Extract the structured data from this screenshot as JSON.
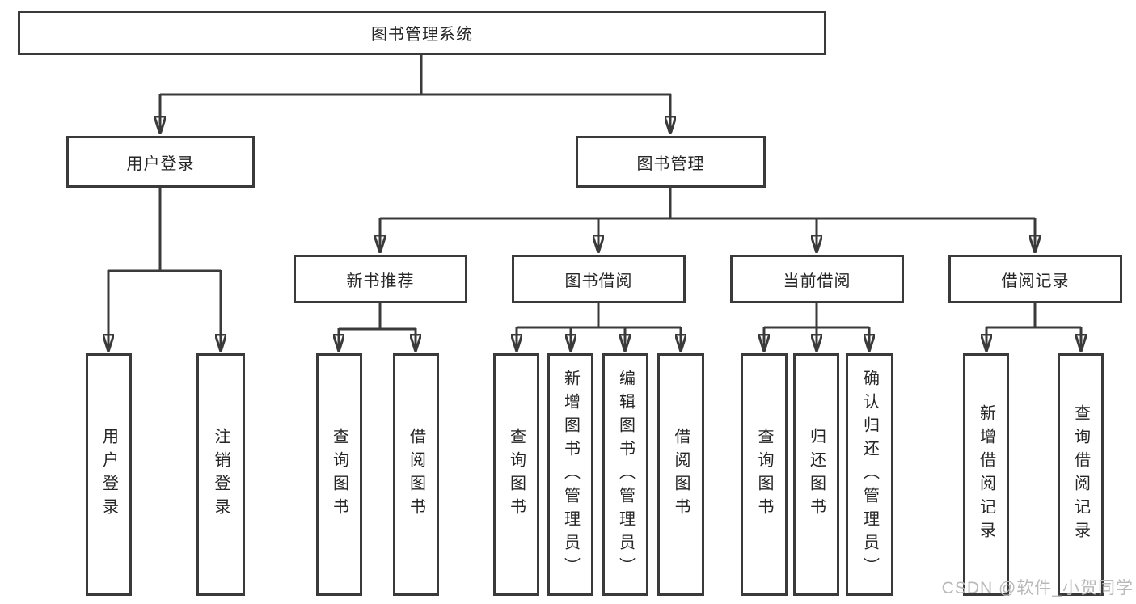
{
  "root": {
    "label": "图书管理系统"
  },
  "branches": {
    "user": {
      "label": "用户登录",
      "children": [
        {
          "label": "用户登录"
        },
        {
          "label": "注销登录"
        }
      ]
    },
    "book": {
      "label": "图书管理",
      "modules": [
        {
          "label": "新书推荐",
          "children": [
            {
              "label": "查询图书"
            },
            {
              "label": "借阅图书"
            }
          ]
        },
        {
          "label": "图书借阅",
          "children": [
            {
              "label": "查询图书"
            },
            {
              "label": "新增图书（管理员）"
            },
            {
              "label": "编辑图书（管理员）"
            },
            {
              "label": "借阅图书"
            }
          ]
        },
        {
          "label": "当前借阅",
          "children": [
            {
              "label": "查询图书"
            },
            {
              "label": "归还图书"
            },
            {
              "label": "确认归还（管理员）"
            }
          ]
        },
        {
          "label": "借阅记录",
          "children": [
            {
              "label": "新增借阅记录"
            },
            {
              "label": "查询借阅记录"
            }
          ]
        }
      ]
    }
  },
  "watermark": {
    "text": "CSDN @软件_小贺同学"
  },
  "colors": {
    "line": "#3a3a3a",
    "text": "#262626",
    "watermark": "#b9b9b9",
    "background": "#ffffff"
  }
}
